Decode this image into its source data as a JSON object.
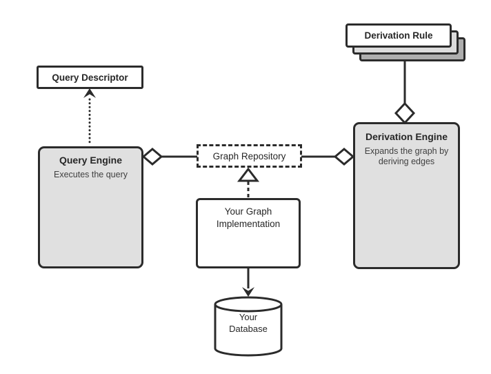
{
  "colors": {
    "background": "#ffffff",
    "stroke": "#2b2b2b",
    "node_fill_gray": "#e0e0e0",
    "node_fill_white": "#ffffff",
    "rule_stack_middle": "#dcdcdc",
    "rule_stack_back": "#aeaeae",
    "title_text": "#262626",
    "description_text": "#3f3f3f"
  },
  "nodes": {
    "query_descriptor": {
      "label": "Query Descriptor"
    },
    "query_engine": {
      "label": "Query Engine",
      "description": "Executes the query"
    },
    "graph_repository": {
      "label": "Graph Repository"
    },
    "your_graph_implementation": {
      "label": "Your Graph Implementation"
    },
    "derivation_rule": {
      "label": "Derivation Rule"
    },
    "derivation_engine": {
      "label": "Derivation Engine",
      "description": "Expands the graph by deriving edges"
    },
    "your_database": {
      "label": "Your Database"
    }
  },
  "connectors": [
    {
      "from": "query_engine",
      "to": "query_descriptor",
      "style": "dotted-line-solid-arrow"
    },
    {
      "from": "graph_repository",
      "to": "query_engine",
      "style": "solid-line-hollow-diamond-at-query-engine"
    },
    {
      "from": "graph_repository",
      "to": "derivation_engine",
      "style": "solid-line-hollow-diamond-at-derivation-engine"
    },
    {
      "from": "derivation_rule",
      "to": "derivation_engine",
      "style": "solid-line-hollow-diamond-at-derivation-engine"
    },
    {
      "from": "your_graph_implementation",
      "to": "graph_repository",
      "style": "dashed-line-hollow-triangle-realization"
    },
    {
      "from": "your_graph_implementation",
      "to": "your_database",
      "style": "solid-line-solid-arrow"
    }
  ]
}
